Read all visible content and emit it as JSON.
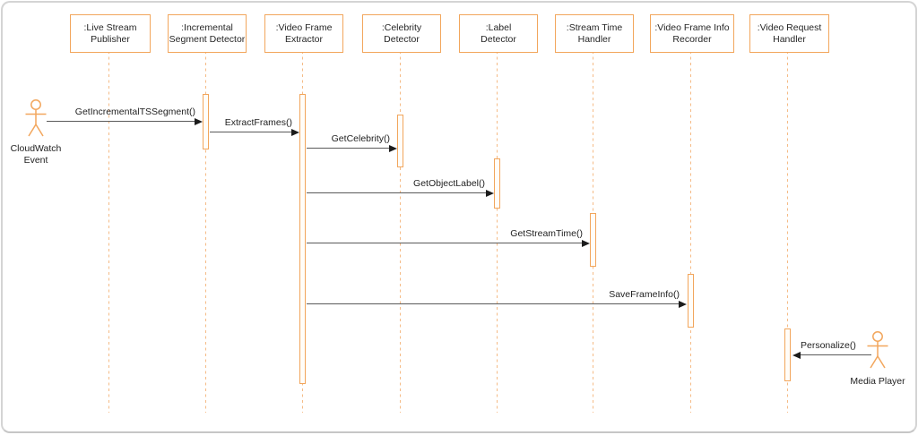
{
  "diagram": {
    "type": "uml-sequence-diagram",
    "participants": [
      {
        "label": ":Live Stream Publisher",
        "lines": [
          ":Live Stream",
          "Publisher"
        ]
      },
      {
        "label": ":Incremental Segment Detector",
        "lines": [
          ":Incremental",
          "Segment Detector"
        ]
      },
      {
        "label": ":Video Frame Extractor",
        "lines": [
          ":Video Frame",
          "Extractor"
        ]
      },
      {
        "label": ":Celebrity Detector",
        "lines": [
          ":Celebrity",
          "Detector"
        ]
      },
      {
        "label": ":Label Detector",
        "lines": [
          ":Label",
          "Detector"
        ]
      },
      {
        "label": ":Stream Time Handler",
        "lines": [
          ":Stream Time",
          "Handler"
        ]
      },
      {
        "label": ":Video Frame Info Recorder",
        "lines": [
          ":Video Frame Info",
          "Recorder"
        ]
      },
      {
        "label": ":Video Request Handler",
        "lines": [
          ":Video Request",
          "Handler"
        ]
      }
    ],
    "actors": [
      {
        "label": "CloudWatch Event",
        "lines": [
          "CloudWatch",
          "Event"
        ],
        "position": "left"
      },
      {
        "label": "Media Player",
        "lines": [
          "Media Player"
        ],
        "position": "bottom-right"
      }
    ],
    "messages": [
      {
        "label": "GetIncrementalTSSegment()",
        "from": "CloudWatch Event",
        "to": ":Incremental Segment Detector",
        "direction": "right"
      },
      {
        "label": "ExtractFrames()",
        "from": ":Incremental Segment Detector",
        "to": ":Video Frame Extractor",
        "direction": "right"
      },
      {
        "label": "GetCelebrity()",
        "from": ":Video Frame Extractor",
        "to": ":Celebrity Detector",
        "direction": "right"
      },
      {
        "label": "GetObjectLabel()",
        "from": ":Video Frame Extractor",
        "to": ":Label Detector",
        "direction": "right"
      },
      {
        "label": "GetStreamTime()",
        "from": ":Video Frame Extractor",
        "to": ":Stream Time Handler",
        "direction": "right"
      },
      {
        "label": "SaveFrameInfo()",
        "from": ":Video Frame Extractor",
        "to": ":Video Frame Info Recorder",
        "direction": "right"
      },
      {
        "label": "Personalize()",
        "from": "Media Player",
        "to": ":Video Request Handler",
        "direction": "left"
      }
    ],
    "colors": {
      "shape_orange": "#f2a65c",
      "lifeline_orange": "#f5bb86",
      "message_line": "#5a5a5a",
      "arrowhead": "#1c1c1c",
      "text": "#262626",
      "frame_border": "#d4d4d4",
      "background": "#ffffff"
    }
  }
}
